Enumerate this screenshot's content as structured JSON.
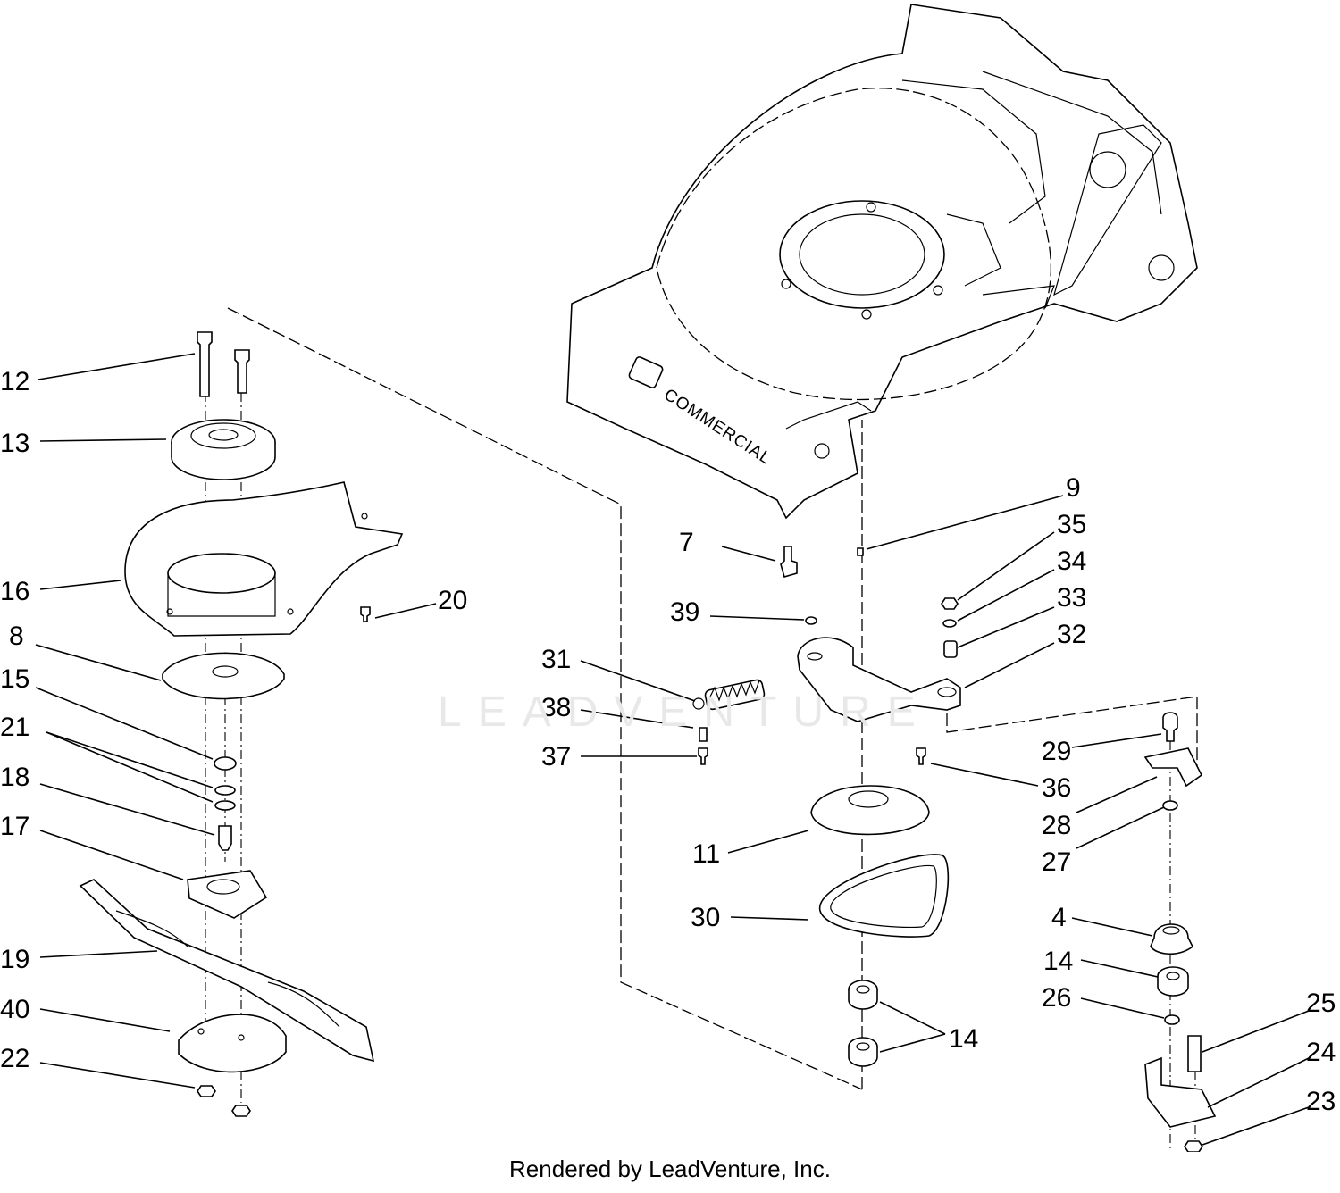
{
  "footer": "Rendered by LeadVenture, Inc.",
  "watermark": "LEADVENTURE",
  "deck_logo": "COMMERCIAL",
  "callouts": {
    "c4": "4",
    "c7": "7",
    "c8": "8",
    "c9": "9",
    "c11": "11",
    "c12": "12",
    "c13": "13",
    "c14a": "14",
    "c14b": "14",
    "c15": "15",
    "c16": "16",
    "c17": "17",
    "c18": "18",
    "c19": "19",
    "c20": "20",
    "c21": "21",
    "c22": "22",
    "c23": "23",
    "c24": "24",
    "c25": "25",
    "c26": "26",
    "c27": "27",
    "c28": "28",
    "c29": "29",
    "c30": "30",
    "c31": "31",
    "c32": "32",
    "c33": "33",
    "c34": "34",
    "c35": "35",
    "c36": "36",
    "c37": "37",
    "c38": "38",
    "c39": "39",
    "c40": "40"
  }
}
